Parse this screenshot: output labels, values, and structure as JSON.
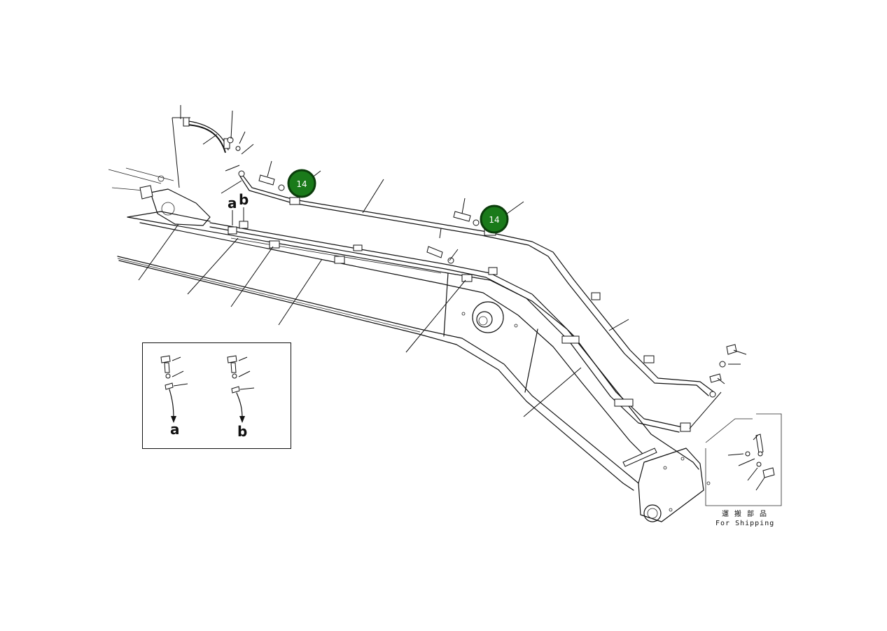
{
  "labels": {
    "a_main": "a",
    "b_main": "b",
    "a_detail": "a",
    "b_detail": "b"
  },
  "shipping": {
    "japanese": "運 搬 部 品",
    "english": "For Shipping"
  },
  "callouts": [
    {
      "number": "14"
    },
    {
      "number": "14"
    }
  ],
  "colors": {
    "callout_fill": "#1a7a1a",
    "line": "#111111"
  }
}
